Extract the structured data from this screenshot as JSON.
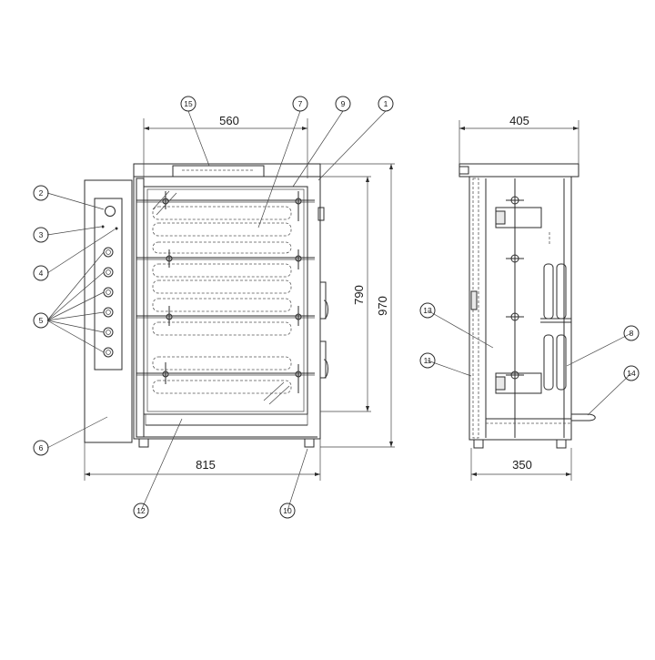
{
  "dimensions": {
    "front_width_cavity": "560",
    "front_width_total": "815",
    "front_height_cavity": "790",
    "front_height_total": "970",
    "side_depth_top": "405",
    "side_depth_bottom": "350"
  },
  "callouts": [
    "1",
    "2",
    "3",
    "4",
    "5",
    "6",
    "7",
    "8",
    "9",
    "10",
    "11",
    "12",
    "13",
    "14",
    "15"
  ],
  "colors": {
    "line": "#2b2b2b",
    "panel_fill": "#e9e9e9",
    "background": "#ffffff"
  }
}
